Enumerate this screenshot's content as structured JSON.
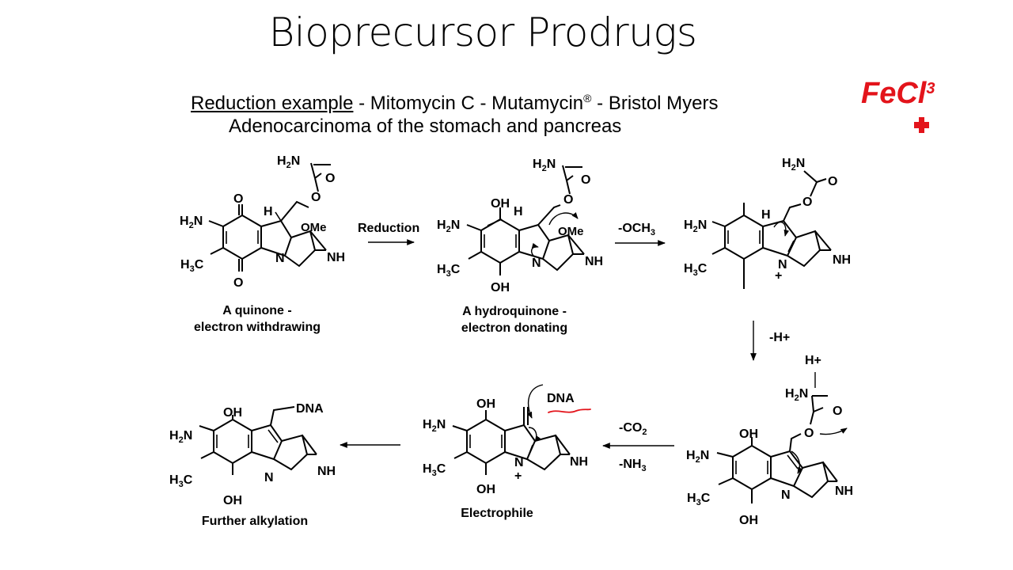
{
  "slide": {
    "title": "Bioprecursor Prodrugs",
    "subtitle_underlined": "Reduction example",
    "subtitle_rest": " - Mitomycin C - Mutamycin",
    "subtitle_reg": "®",
    "subtitle_end": " - Bristol Myers",
    "subtitle_line2": "Adenocarcinoma of the  stomach and pancreas"
  },
  "steps": {
    "reduction": "Reduction",
    "loss_och3": "-OCH",
    "loss_h": "-H+",
    "loss_co2": "-CO",
    "loss_nh3": "-NH"
  },
  "captions": {
    "quinone_1": "A quinone -",
    "quinone_2": "electron withdrawing",
    "hydroquinone_1": "A hydroquinone -",
    "hydroquinone_2": "electron donating",
    "electrophile": "Electrophile",
    "further": "Further alkylation"
  },
  "atoms": {
    "h2n": "H",
    "n": "N",
    "nh": "NH",
    "h": "H",
    "o": "O",
    "oh": "OH",
    "ome": "OMe",
    "h3c": "H",
    "c": "C",
    "sub2": "2",
    "sub3": "3",
    "plus": "+",
    "h_plus": "H+",
    "dna": "DNA"
  },
  "annotations": {
    "handwriting": "FeCl",
    "handwriting_sub": "3",
    "plus_color": "#e3141b",
    "ink_color": "#e3141b"
  }
}
